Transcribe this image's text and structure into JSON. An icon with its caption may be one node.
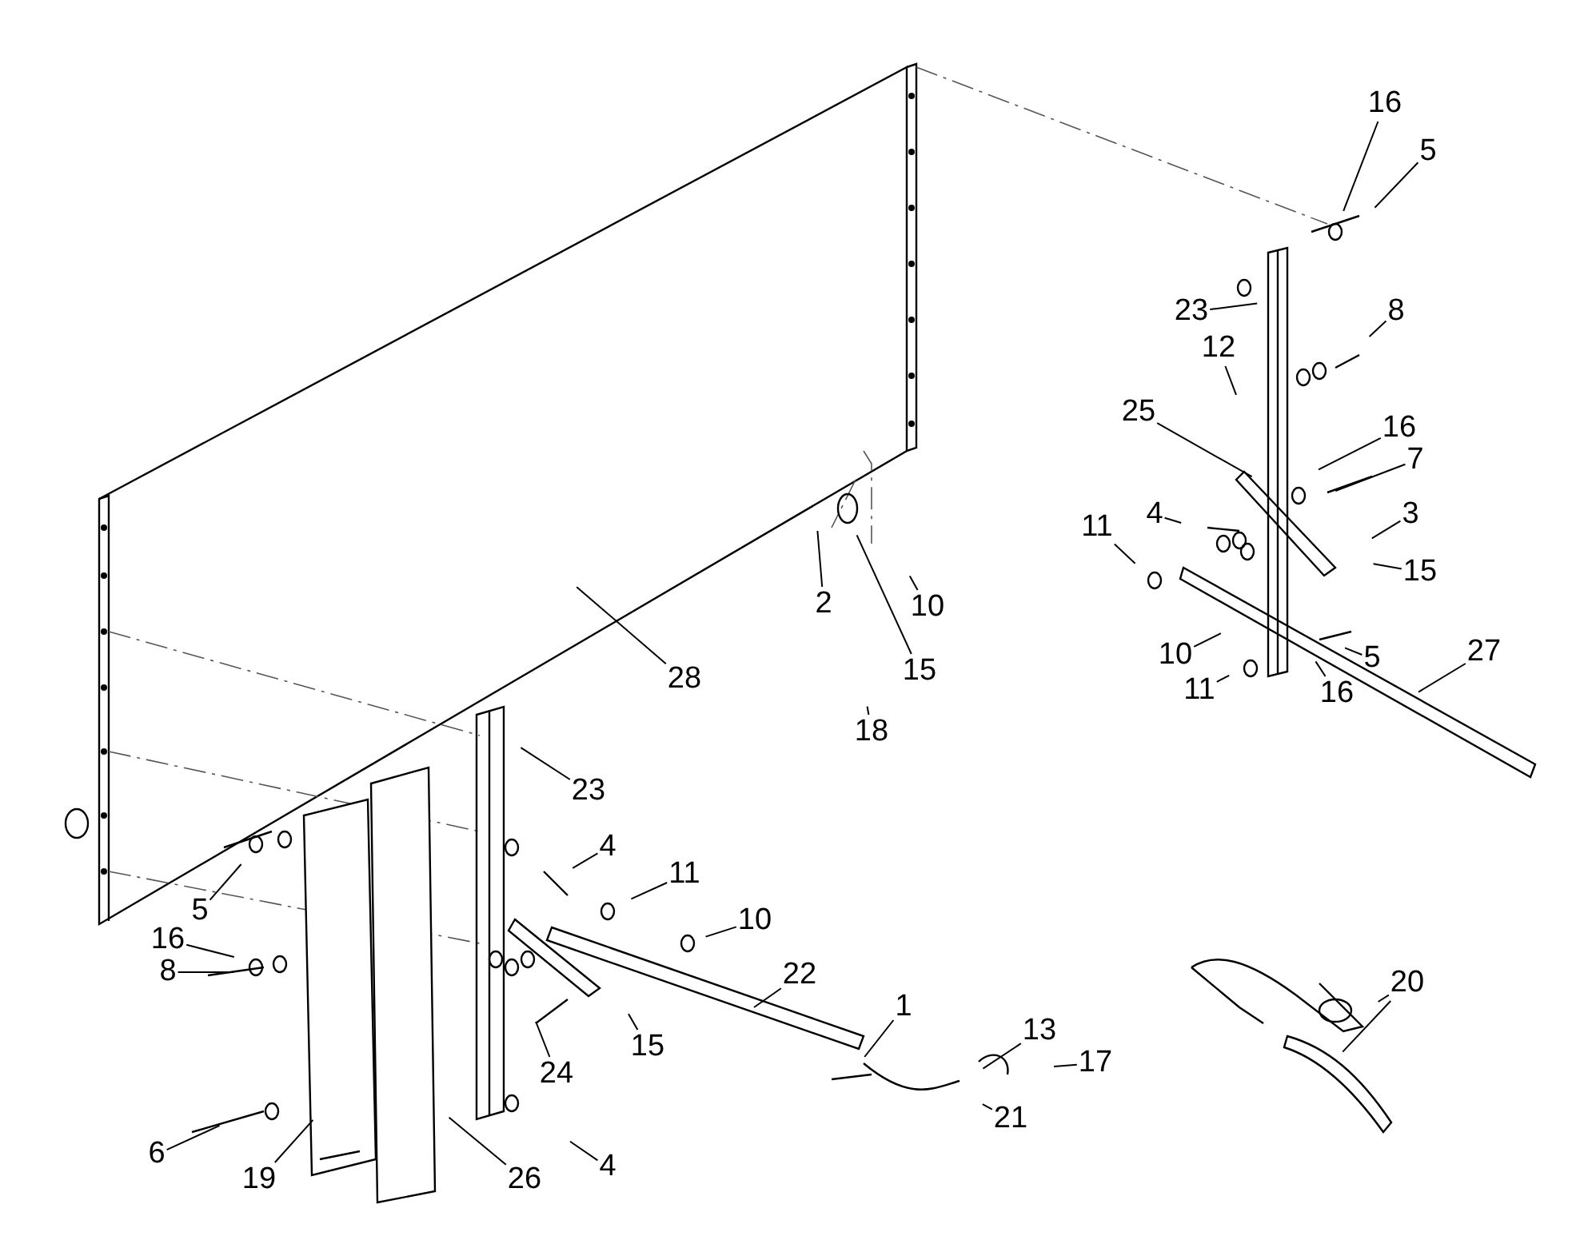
{
  "diagram": {
    "nodes": [
      {
        "text": [
          "16"
        ]
      },
      {
        "text": [
          "5"
        ]
      },
      {
        "text": [
          "23"
        ]
      },
      {
        "text": [
          "8"
        ]
      },
      {
        "text": [
          "12"
        ]
      },
      {
        "text": [
          "25"
        ]
      },
      {
        "text": [
          "16"
        ]
      },
      {
        "text": [
          "7"
        ]
      },
      {
        "text": [
          "4"
        ]
      },
      {
        "text": [
          "3"
        ]
      },
      {
        "text": [
          "11"
        ]
      },
      {
        "text": [
          "15"
        ]
      },
      {
        "text": [
          "2"
        ]
      },
      {
        "text": [
          "10"
        ]
      },
      {
        "text": [
          "27"
        ]
      },
      {
        "text": [
          "10"
        ]
      },
      {
        "text": [
          "5"
        ]
      },
      {
        "text": [
          "15"
        ]
      },
      {
        "text": [
          "28"
        ]
      },
      {
        "text": [
          "11"
        ]
      },
      {
        "text": [
          "16"
        ]
      },
      {
        "text": [
          "18"
        ]
      },
      {
        "text": [
          "23"
        ]
      },
      {
        "text": [
          "4"
        ]
      },
      {
        "text": [
          "11"
        ]
      },
      {
        "text": [
          "5"
        ]
      },
      {
        "text": [
          "10"
        ]
      },
      {
        "text": [
          "16"
        ]
      },
      {
        "text": [
          "8"
        ]
      },
      {
        "text": [
          "22"
        ]
      },
      {
        "text": [
          "20"
        ]
      },
      {
        "text": [
          "1"
        ]
      },
      {
        "text": [
          "13"
        ]
      },
      {
        "text": [
          "15"
        ]
      },
      {
        "text": [
          "17"
        ]
      },
      {
        "text": [
          "24"
        ]
      },
      {
        "text": [
          "21"
        ]
      },
      {
        "text": [
          "6"
        ]
      },
      {
        "text": [
          "19"
        ]
      },
      {
        "text": [
          "4"
        ]
      },
      {
        "text": [
          "26"
        ]
      }
    ],
    "edges": [
      {
        "from": 0,
        "to": null,
        "arrow": "none"
      },
      {
        "from": 1,
        "to": null,
        "arrow": "none"
      },
      {
        "from": 2,
        "to": null,
        "arrow": "none"
      },
      {
        "from": 3,
        "to": null,
        "arrow": "none"
      },
      {
        "from": 4,
        "to": null,
        "arrow": "none"
      },
      {
        "from": 5,
        "to": null,
        "arrow": "none"
      },
      {
        "from": 6,
        "to": null,
        "arrow": "none"
      },
      {
        "from": 7,
        "to": null,
        "arrow": "none"
      },
      {
        "from": 8,
        "to": null,
        "arrow": "none"
      },
      {
        "from": 9,
        "to": null,
        "arrow": "none"
      },
      {
        "from": 10,
        "to": null,
        "arrow": "none"
      },
      {
        "from": 11,
        "to": null,
        "arrow": "none"
      },
      {
        "from": 12,
        "to": null,
        "arrow": "none"
      },
      {
        "from": 13,
        "to": null,
        "arrow": "none"
      },
      {
        "from": 14,
        "to": null,
        "arrow": "none"
      },
      {
        "from": 15,
        "to": null,
        "arrow": "none"
      },
      {
        "from": 16,
        "to": null,
        "arrow": "none"
      },
      {
        "from": 17,
        "to": null,
        "arrow": "none"
      },
      {
        "from": 18,
        "to": null,
        "arrow": "none"
      },
      {
        "from": 19,
        "to": null,
        "arrow": "none"
      },
      {
        "from": 20,
        "to": null,
        "arrow": "none"
      },
      {
        "from": 21,
        "to": null,
        "arrow": "none"
      },
      {
        "from": 22,
        "to": null,
        "arrow": "none"
      },
      {
        "from": 23,
        "to": null,
        "arrow": "none"
      },
      {
        "from": 24,
        "to": null,
        "arrow": "none"
      },
      {
        "from": 25,
        "to": null,
        "arrow": "none"
      },
      {
        "from": 26,
        "to": null,
        "arrow": "none"
      },
      {
        "from": 27,
        "to": null,
        "arrow": "none"
      },
      {
        "from": 28,
        "to": null,
        "arrow": "none"
      },
      {
        "from": 29,
        "to": null,
        "arrow": "none"
      },
      {
        "from": 30,
        "to": null,
        "arrow": "none"
      },
      {
        "from": 30,
        "to": null,
        "arrow": "none"
      },
      {
        "from": 31,
        "to": null,
        "arrow": "none"
      },
      {
        "from": 32,
        "to": null,
        "arrow": "none"
      },
      {
        "from": 33,
        "to": null,
        "arrow": "none"
      },
      {
        "from": 34,
        "to": null,
        "arrow": "none"
      },
      {
        "from": 35,
        "to": null,
        "arrow": "none"
      },
      {
        "from": 36,
        "to": null,
        "arrow": "none"
      },
      {
        "from": 37,
        "to": null,
        "arrow": "none"
      },
      {
        "from": 38,
        "to": null,
        "arrow": "none"
      },
      {
        "from": 39,
        "to": null,
        "arrow": "none"
      },
      {
        "from": 40,
        "to": null,
        "arrow": "none"
      }
    ]
  }
}
